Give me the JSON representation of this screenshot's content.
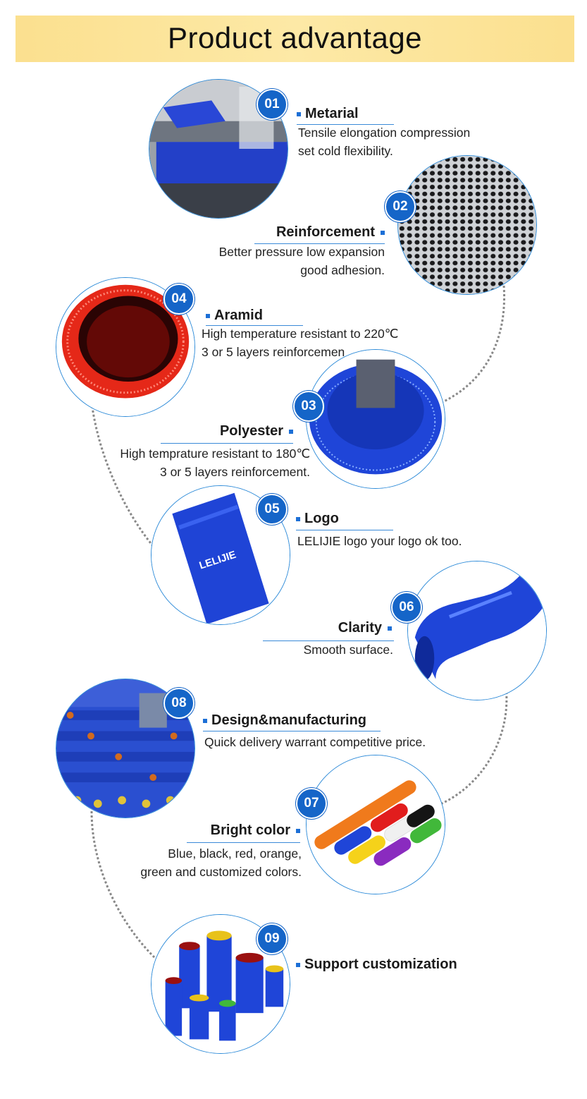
{
  "banner": {
    "title": "Product advantage"
  },
  "features": [
    {
      "badge": "01",
      "title": "Metarial",
      "desc": [
        "Tensile elongation compression",
        "set cold flexibility."
      ]
    },
    {
      "badge": "02",
      "title": "Reinforcement",
      "desc": [
        "Better pressure low expansion",
        "good adhesion."
      ]
    },
    {
      "badge": "03",
      "title": "Polyester",
      "desc": [
        "High temprature resistant to 180℃",
        "3 or 5 layers reinforcement."
      ]
    },
    {
      "badge": "04",
      "title": "Aramid",
      "desc": [
        "High temperature resistant to 220℃",
        "3 or 5 layers reinforcemen"
      ]
    },
    {
      "badge": "05",
      "title": "Logo",
      "desc": [
        "LELIJIE logo your logo ok too."
      ]
    },
    {
      "badge": "06",
      "title": "Clarity",
      "desc": [
        "Smooth surface."
      ]
    },
    {
      "badge": "07",
      "title": "Bright color",
      "desc": [
        "Blue, black, red, orange,",
        "green and customized colors."
      ]
    },
    {
      "badge": "08",
      "title": "Design&manufacturing",
      "desc": [
        "Quick delivery warrant competitive price."
      ]
    },
    {
      "badge": "09",
      "title": "Support customization",
      "desc": []
    }
  ],
  "photos": {
    "logo_hose_text": "LELIJIE"
  },
  "colors": {
    "accent_blue": "#1565c8",
    "banner_yellow": "#fbe08f",
    "hose_blue": "#1f4fd9"
  }
}
